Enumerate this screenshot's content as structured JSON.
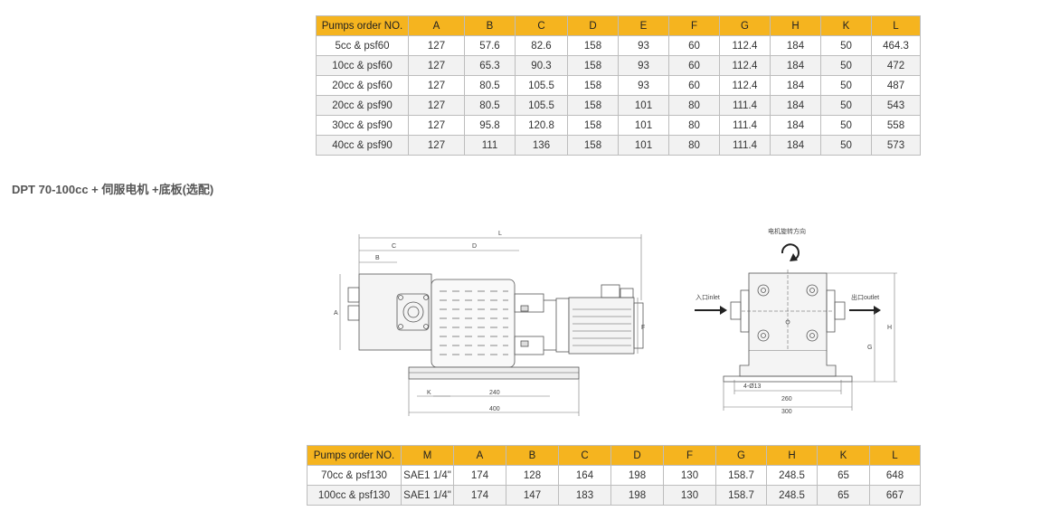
{
  "table1": {
    "headers": [
      "Pumps order NO.",
      "A",
      "B",
      "C",
      "D",
      "E",
      "F",
      "G",
      "H",
      "K",
      "L"
    ],
    "rows": [
      [
        "5cc & psf60",
        "127",
        "57.6",
        "82.6",
        "158",
        "93",
        "60",
        "112.4",
        "184",
        "50",
        "464.3"
      ],
      [
        "10cc & psf60",
        "127",
        "65.3",
        "90.3",
        "158",
        "93",
        "60",
        "112.4",
        "184",
        "50",
        "472"
      ],
      [
        "20cc & psf60",
        "127",
        "80.5",
        "105.5",
        "158",
        "93",
        "60",
        "112.4",
        "184",
        "50",
        "487"
      ],
      [
        "20cc & psf90",
        "127",
        "80.5",
        "105.5",
        "158",
        "101",
        "80",
        "111.4",
        "184",
        "50",
        "543"
      ],
      [
        "30cc & psf90",
        "127",
        "95.8",
        "120.8",
        "158",
        "101",
        "80",
        "111.4",
        "184",
        "50",
        "558"
      ],
      [
        "40cc & psf90",
        "127",
        "111",
        "136",
        "158",
        "101",
        "80",
        "111.4",
        "184",
        "50",
        "573"
      ]
    ]
  },
  "section_heading": "DPT 70-100cc + 伺服电机 +底板(选配)",
  "drawing": {
    "side_view_labels": {
      "L": "L",
      "C": "C",
      "B": "B",
      "D": "D",
      "A": "A",
      "F": "F",
      "K": "K",
      "dim_240": "240",
      "dim_400": "400"
    },
    "front_view_labels": {
      "rotation": "电机旋转方向",
      "inlet": "入口inlet",
      "outlet": "出口outlet",
      "hole": "4-Ø13",
      "dim_260": "260",
      "dim_300": "300",
      "G": "G",
      "H": "H"
    }
  },
  "table2": {
    "headers": [
      "Pumps order NO.",
      "M",
      "A",
      "B",
      "C",
      "D",
      "F",
      "G",
      "H",
      "K",
      "L"
    ],
    "rows": [
      [
        "70cc & psf130",
        "SAE1 1/4\"",
        "174",
        "128",
        "164",
        "198",
        "130",
        "158.7",
        "248.5",
        "65",
        "648"
      ],
      [
        "100cc & psf130",
        "SAE1 1/4\"",
        "174",
        "147",
        "183",
        "198",
        "130",
        "158.7",
        "248.5",
        "65",
        "667"
      ]
    ]
  }
}
